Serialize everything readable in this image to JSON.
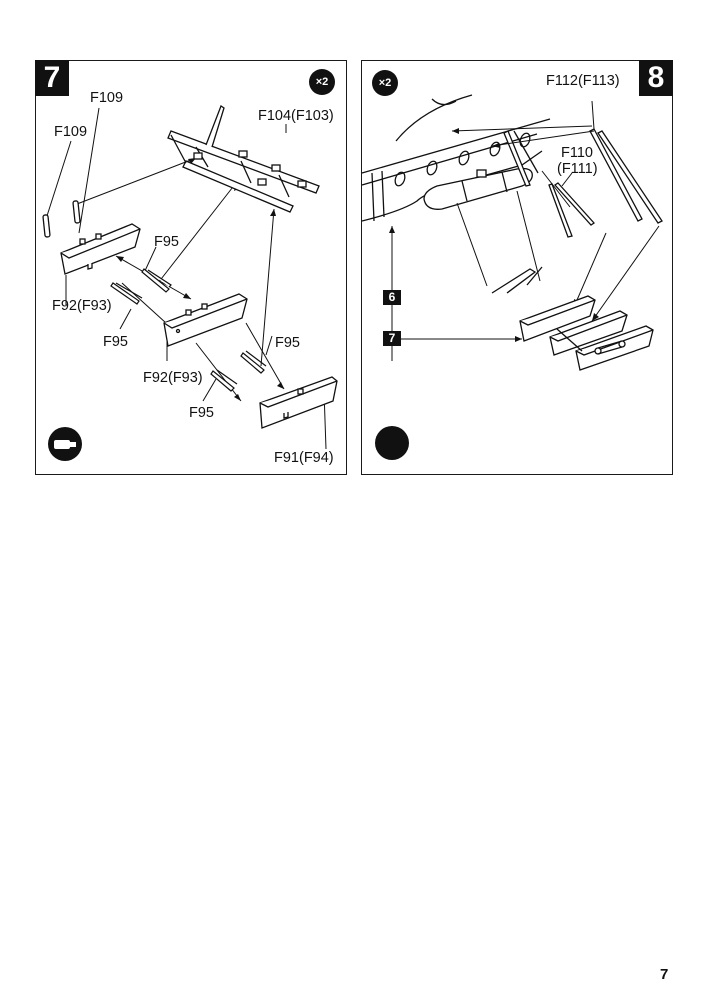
{
  "page_number": "7",
  "steps": [
    {
      "number": "7",
      "multiplier": "×2",
      "labels": {
        "f109_top": "F109",
        "f109_left": "F109",
        "f104": "F104(F103)",
        "f95_upper": "F95",
        "f92_left": "F92(F93)",
        "f95_left": "F95",
        "f95_right": "F95",
        "f92_center": "F92(F93)",
        "f95_bottom": "F95",
        "f91": "F91(F94)"
      },
      "icon": "cement-tube-icon"
    },
    {
      "number": "8",
      "multiplier": "×2",
      "labels": {
        "f112": "F112(F113)",
        "f110": "F110",
        "f111": "(F111)"
      },
      "ref_tags": [
        "6",
        "7"
      ],
      "icon": "black-circle-icon"
    }
  ]
}
